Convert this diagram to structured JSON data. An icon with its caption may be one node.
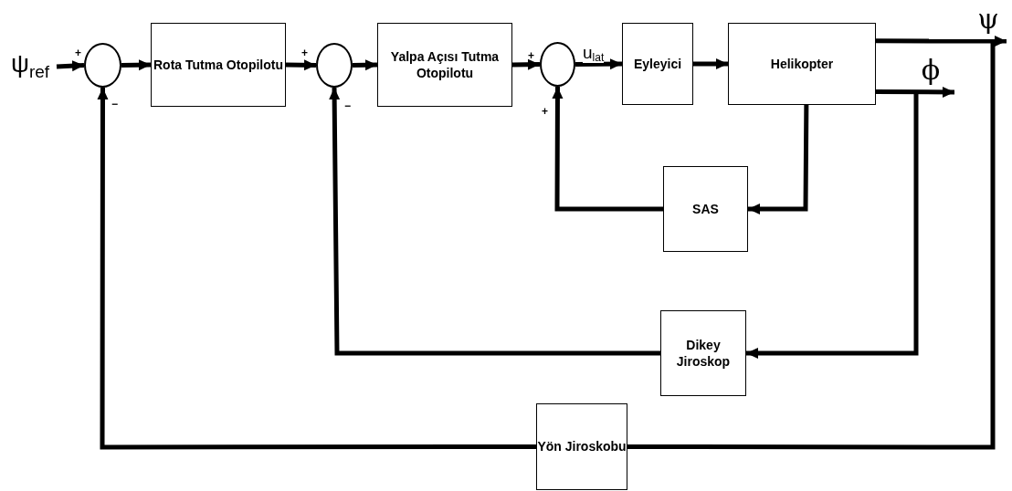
{
  "diagram": {
    "nodes": [
      {
        "text": [
          "ψ$_{ref}$"
        ]
      },
      {
        "text": [],
        "shape": "circle"
      },
      {
        "text": [
          "Rota Tutma Otopilotu"
        ]
      },
      {
        "text": [],
        "shape": "circle"
      },
      {
        "text": [
          "Yalpa Açısı Tutma Otopilotu"
        ]
      },
      {
        "text": [],
        "shape": "circle"
      },
      {
        "text": [
          "Eyleyici"
        ]
      },
      {
        "text": [
          "Helikopter"
        ]
      },
      {
        "text": [
          "SAS"
        ]
      },
      {
        "text": [
          "Dikey Jiroskop"
        ]
      },
      {
        "text": [
          "Yön Jiroskobu"
        ]
      },
      {
        "text": [
          "ψ"
        ]
      },
      {
        "text": [
          "ϕ"
        ]
      }
    ],
    "edges": [
      {
        "from": 0,
        "to": 1,
        "arrow": "to"
      },
      {
        "from": 1,
        "to": 2,
        "arrow": "to"
      },
      {
        "from": 2,
        "to": 3,
        "arrow": "to"
      },
      {
        "from": 3,
        "to": 4,
        "arrow": "to"
      },
      {
        "from": 4,
        "to": 5,
        "arrow": "to"
      },
      {
        "from": 5,
        "to": 6,
        "arrow": "to",
        "label": "u$_{lat}$"
      },
      {
        "from": 6,
        "to": 7,
        "arrow": "to"
      },
      {
        "from": 7,
        "to": 11,
        "arrow": "to"
      },
      {
        "from": 7,
        "to": 12,
        "arrow": "to"
      },
      {
        "from": 7,
        "to": 8,
        "arrow": "to"
      },
      {
        "from": 8,
        "to": 5,
        "arrow": "to"
      },
      {
        "from": 12,
        "to": 9,
        "arrow": "to"
      },
      {
        "from": 9,
        "to": 3,
        "arrow": "to"
      },
      {
        "from": 11,
        "to": 10,
        "arrow": "none"
      },
      {
        "from": 10,
        "to": 1,
        "arrow": "to"
      }
    ],
    "labels": [
      "+",
      "−",
      "+",
      "−",
      "+",
      "+"
    ]
  }
}
